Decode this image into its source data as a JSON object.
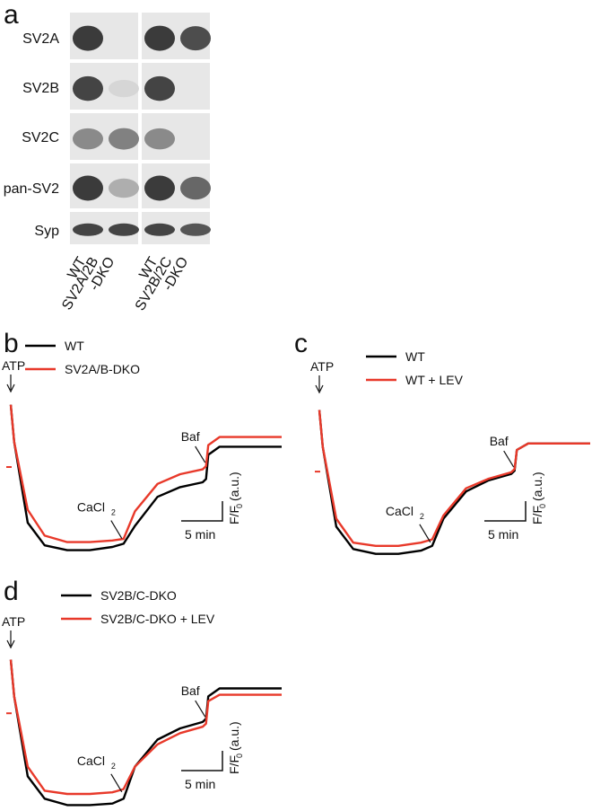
{
  "panel_a": {
    "letter": "a",
    "rows": [
      "SV2A",
      "SV2B",
      "SV2C",
      "pan-SV2",
      "Syp"
    ],
    "lanes": [
      {
        "label": "WT",
        "bands": [
          1.0,
          0.95,
          0.55,
          1.0,
          0.95
        ]
      },
      {
        "label": "SV2A/2B\n-DKO",
        "bands": [
          0.0,
          0.12,
          0.6,
          0.35,
          0.95
        ]
      },
      {
        "label": "WT",
        "bands": [
          1.0,
          0.95,
          0.55,
          1.0,
          0.95
        ]
      },
      {
        "label": "SV2B/2C\n-DKO",
        "bands": [
          0.9,
          0.0,
          0.0,
          0.75,
          0.85
        ]
      }
    ],
    "lane_labels": [
      "WT",
      "SV2A/2B",
      "-DKO",
      "WT",
      "SV2B/2C",
      "-DKO"
    ]
  },
  "annotations": {
    "atp": "ATP",
    "cacl": "CaCl",
    "cacl_sub": "2",
    "baf": "Baf",
    "time_scale": "5 min",
    "y_scale_main": "F/F",
    "y_scale_sub": "0",
    "y_scale_unit": "(a.u.)"
  },
  "colors": {
    "wt": "#000000",
    "red": "#e8392a"
  },
  "chart_data": [
    {
      "type": "line",
      "panel": "b",
      "series": [
        {
          "name": "WT",
          "color": "#000000",
          "x": [
            0,
            0.3,
            1.5,
            3,
            5,
            7,
            9,
            10,
            11,
            13,
            15,
            17,
            17.3,
            17.5,
            18.5,
            20,
            22,
            24
          ],
          "y": [
            0.93,
            0.7,
            0.2,
            0.06,
            0.03,
            0.03,
            0.05,
            0.07,
            0.18,
            0.36,
            0.42,
            0.45,
            0.47,
            0.62,
            0.67,
            0.67,
            0.67,
            0.67
          ]
        },
        {
          "name": "SV2A/B-DKO",
          "color": "#e8392a",
          "x": [
            0,
            0.3,
            1.5,
            3,
            5,
            7,
            9,
            10,
            11,
            13,
            15,
            17,
            17.3,
            17.5,
            18.5,
            20,
            22,
            24
          ],
          "y": [
            0.93,
            0.7,
            0.28,
            0.12,
            0.08,
            0.08,
            0.09,
            0.1,
            0.27,
            0.44,
            0.5,
            0.53,
            0.55,
            0.68,
            0.73,
            0.73,
            0.73,
            0.73
          ]
        }
      ],
      "xlabel": "",
      "ylabel": ""
    },
    {
      "type": "line",
      "panel": "c",
      "series": [
        {
          "name": "WT",
          "color": "#000000",
          "x": [
            0,
            0.3,
            1.5,
            3,
            5,
            7,
            9,
            10,
            11,
            13,
            15,
            17,
            17.3,
            17.5,
            18.5,
            20,
            22,
            24
          ],
          "y": [
            0.93,
            0.7,
            0.2,
            0.06,
            0.03,
            0.03,
            0.05,
            0.08,
            0.25,
            0.42,
            0.49,
            0.53,
            0.55,
            0.68,
            0.72,
            0.72,
            0.72,
            0.72
          ]
        },
        {
          "name": "WT + LEV",
          "color": "#e8392a",
          "x": [
            0,
            0.3,
            1.5,
            3,
            5,
            7,
            9,
            10,
            11,
            13,
            15,
            17,
            17.3,
            17.5,
            18.5,
            20,
            22,
            24
          ],
          "y": [
            0.93,
            0.7,
            0.25,
            0.1,
            0.08,
            0.08,
            0.1,
            0.12,
            0.27,
            0.44,
            0.5,
            0.54,
            0.56,
            0.68,
            0.72,
            0.72,
            0.72,
            0.72
          ]
        }
      ],
      "xlabel": "",
      "ylabel": ""
    },
    {
      "type": "line",
      "panel": "d",
      "series": [
        {
          "name": "SV2B/C-DKO",
          "color": "#000000",
          "x": [
            0,
            0.3,
            1.5,
            3,
            5,
            7,
            9,
            10,
            11,
            13,
            15,
            17,
            17.3,
            17.5,
            18.5,
            20,
            22,
            24
          ],
          "y": [
            0.93,
            0.7,
            0.2,
            0.06,
            0.02,
            0.02,
            0.03,
            0.06,
            0.26,
            0.43,
            0.5,
            0.54,
            0.56,
            0.7,
            0.75,
            0.75,
            0.75,
            0.75
          ]
        },
        {
          "name": "SV2B/C-DKO + LEV",
          "color": "#e8392a",
          "x": [
            0,
            0.3,
            1.5,
            3,
            5,
            7,
            9,
            10,
            11,
            13,
            15,
            17,
            17.3,
            17.5,
            18.5,
            20,
            22,
            24
          ],
          "y": [
            0.93,
            0.7,
            0.26,
            0.11,
            0.09,
            0.09,
            0.1,
            0.12,
            0.26,
            0.4,
            0.47,
            0.51,
            0.53,
            0.67,
            0.71,
            0.71,
            0.71,
            0.71
          ]
        }
      ],
      "xlabel": "",
      "ylabel": ""
    }
  ]
}
